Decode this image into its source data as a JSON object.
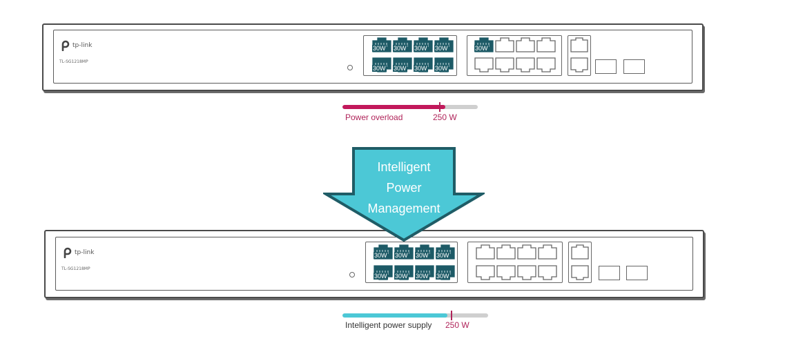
{
  "top_switch": {
    "brand": "tp-link",
    "model": "TL-SG1218MP",
    "ports": [
      {
        "label": "30W",
        "active": true
      },
      {
        "label": "30W",
        "active": true
      },
      {
        "label": "30W",
        "active": true
      },
      {
        "label": "30W",
        "active": true
      },
      {
        "label": "30W",
        "active": true
      },
      {
        "label": "30W",
        "active": true
      },
      {
        "label": "30W",
        "active": true
      },
      {
        "label": "30W",
        "active": true
      },
      {
        "label": "30W",
        "active": true
      },
      {
        "label": "",
        "active": false
      },
      {
        "label": "",
        "active": false
      },
      {
        "label": "",
        "active": false
      },
      {
        "label": "",
        "active": false
      },
      {
        "label": "",
        "active": false
      },
      {
        "label": "",
        "active": false
      },
      {
        "label": "",
        "active": false
      }
    ]
  },
  "top_bar": {
    "label": "Power overload",
    "limit_label": "250 W",
    "fill_fraction": 0.76,
    "limit_fraction": 0.72,
    "fill_color": "#c2185b",
    "label_color": "#b0245a"
  },
  "arrow": {
    "lines": [
      "Intelligent",
      "Power",
      "Management"
    ],
    "fill_color": "#4cc8d6",
    "stroke_color": "#1f5c66"
  },
  "bottom_switch": {
    "brand": "tp-link",
    "model": "TL-SG1218MP",
    "ports": [
      {
        "label": "30W",
        "active": true
      },
      {
        "label": "30W",
        "active": true
      },
      {
        "label": "30W",
        "active": true
      },
      {
        "label": "30W",
        "active": true
      },
      {
        "label": "30W",
        "active": true
      },
      {
        "label": "30W",
        "active": true
      },
      {
        "label": "30W",
        "active": true
      },
      {
        "label": "30W",
        "active": true
      },
      {
        "label": "",
        "active": false
      },
      {
        "label": "",
        "active": false
      },
      {
        "label": "",
        "active": false
      },
      {
        "label": "",
        "active": false
      },
      {
        "label": "",
        "active": false
      },
      {
        "label": "",
        "active": false
      },
      {
        "label": "",
        "active": false
      },
      {
        "label": "",
        "active": false
      }
    ]
  },
  "bottom_bar": {
    "label": "Intelligent power supply",
    "limit_label": "250 W",
    "fill_fraction": 0.72,
    "limit_fraction": 0.75,
    "fill_color": "#4cc8d6",
    "label_color": "#333333",
    "limit_color": "#b0245a"
  }
}
